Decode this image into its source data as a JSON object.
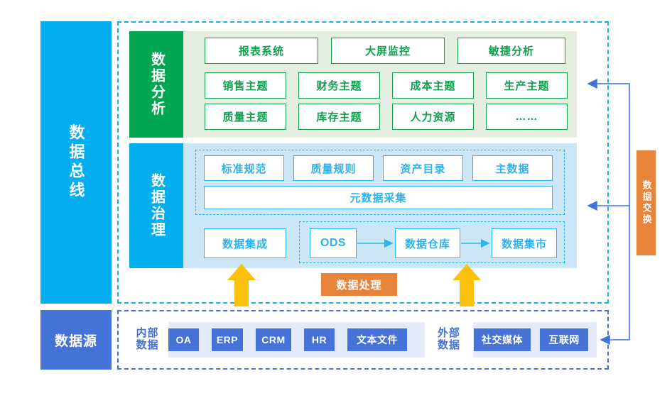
{
  "left_bars": {
    "data_bus": "数据总线",
    "data_source": "数据源"
  },
  "analysis": {
    "label": "数据分析",
    "row1": [
      "报表系统",
      "大屏监控",
      "敏捷分析"
    ],
    "row2": [
      "销售主题",
      "财务主题",
      "成本主题",
      "生产主题"
    ],
    "row3": [
      "质量主题",
      "库存主题",
      "人力资源",
      "……"
    ]
  },
  "governance": {
    "label": "数据治理",
    "top_row": [
      "标准规范",
      "质量规则",
      "资产目录",
      "主数据"
    ],
    "metadata": "元数据采集",
    "integration": "数据集成",
    "pipeline": [
      "ODS",
      "数据仓库",
      "数据集市"
    ]
  },
  "accents": {
    "processing": "数据处理",
    "exchange": "数据交换"
  },
  "data_source": {
    "internal_label": "内部\n数据",
    "internal_label_line1": "内部",
    "internal_label_line2": "数据",
    "internal_items": [
      "OA",
      "ERP",
      "CRM",
      "HR",
      "文本文件"
    ],
    "external_label_line1": "外部",
    "external_label_line2": "数据",
    "external_items": [
      "社交媒体",
      "互联网"
    ]
  },
  "colors": {
    "bus_blue": "#03AEEF",
    "source_blue": "#4472D6",
    "analysis_green": "#00A650",
    "analysis_band": "#E4EFE0",
    "governance_band": "#CBE6F7",
    "orange": "#E8833A",
    "arrow_yellow": "#FCC10E",
    "arrow_blue": "#4472D6"
  }
}
